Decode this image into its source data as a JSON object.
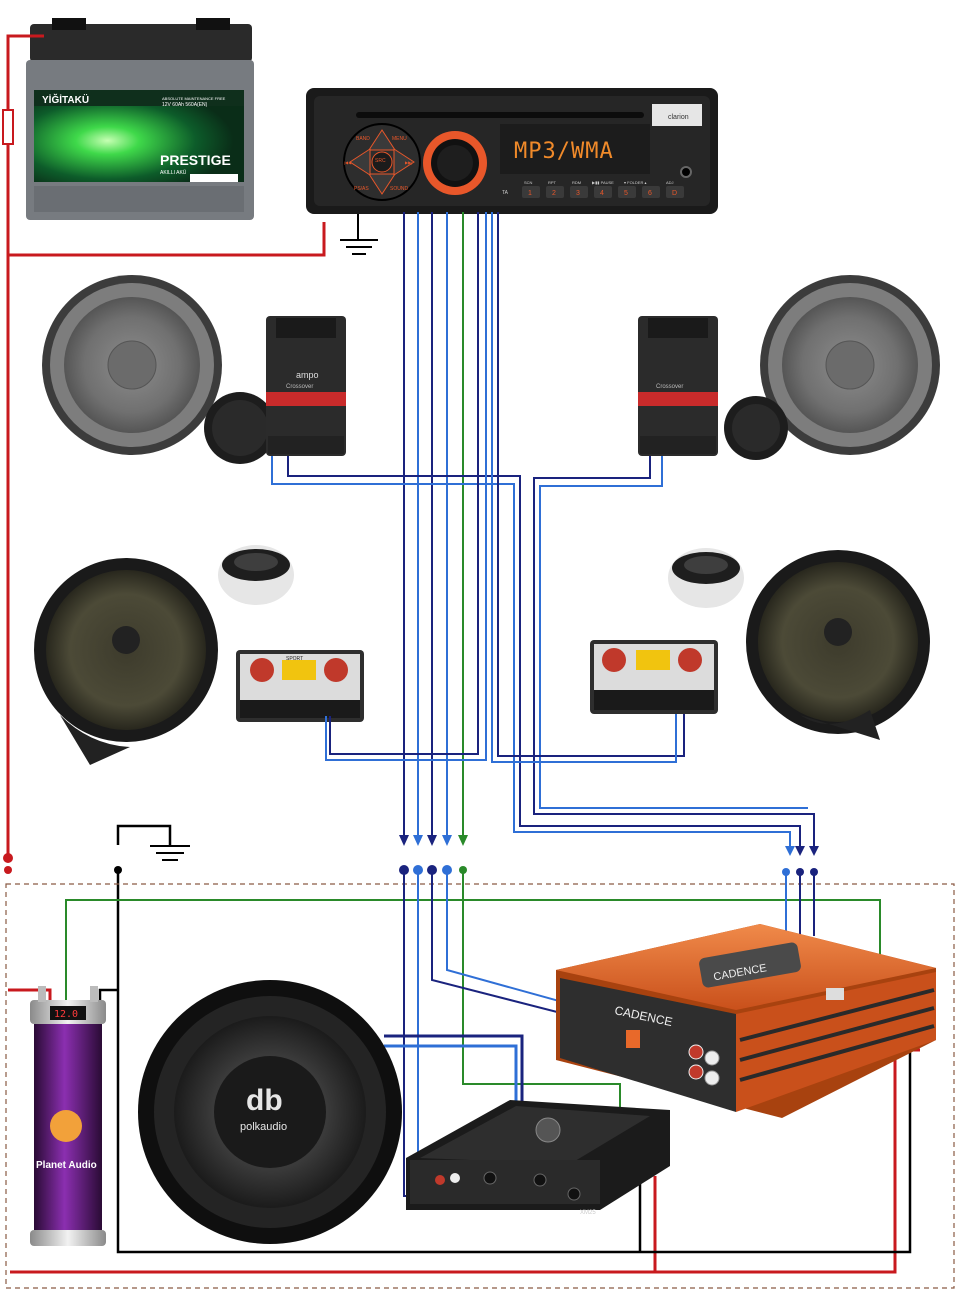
{
  "battery": {
    "brand": "YİĞİTAKÜ",
    "model": "PRESTIGE",
    "sub_model": "AKILLI AKÜ",
    "spec": "12V 60Ah 560A(EN)",
    "tagline": "ABSOLUTE MAINTENANCE FREE"
  },
  "head_unit": {
    "brand": "clarion",
    "display_text": "MP3/WMA",
    "btn_band": "BAND",
    "btn_menu": "MENU",
    "btn_src": "SRC",
    "btn_psas": "PS/AS",
    "btn_sound": "SOUND",
    "btn_ta": "TA",
    "btn_scn": "SCN",
    "btn_rpt": "RPT",
    "btn_rdm": "RDM",
    "btn_pause": "▶▮▮ PAUSE",
    "btn_folder": "▾ FOLDER ▴",
    "btn_adj": "ADJ",
    "presets": [
      "1",
      "2",
      "3",
      "4",
      "5",
      "6",
      "D"
    ],
    "seek_left": "|◀◀",
    "seek_right": "▶▶|"
  },
  "crossover_top": {
    "label": "Crossover",
    "brand": "ampo"
  },
  "crossover_mid": {
    "label": "SPORT"
  },
  "amplifier_4ch": {
    "brand": "CADENCE"
  },
  "amplifier_mono": {
    "model": "XM25"
  },
  "subwoofer": {
    "logo": "db",
    "brand": "polkaudio"
  },
  "capacitor": {
    "brand": "Planet Audio",
    "display": "12.0"
  },
  "colors": {
    "power": "#c8191e",
    "ground": "#000000",
    "remote": "#2a8a2a",
    "rca_dark": "#1a237e",
    "rca_light": "#2f6fd6",
    "amp_orange": "#e8692a"
  }
}
